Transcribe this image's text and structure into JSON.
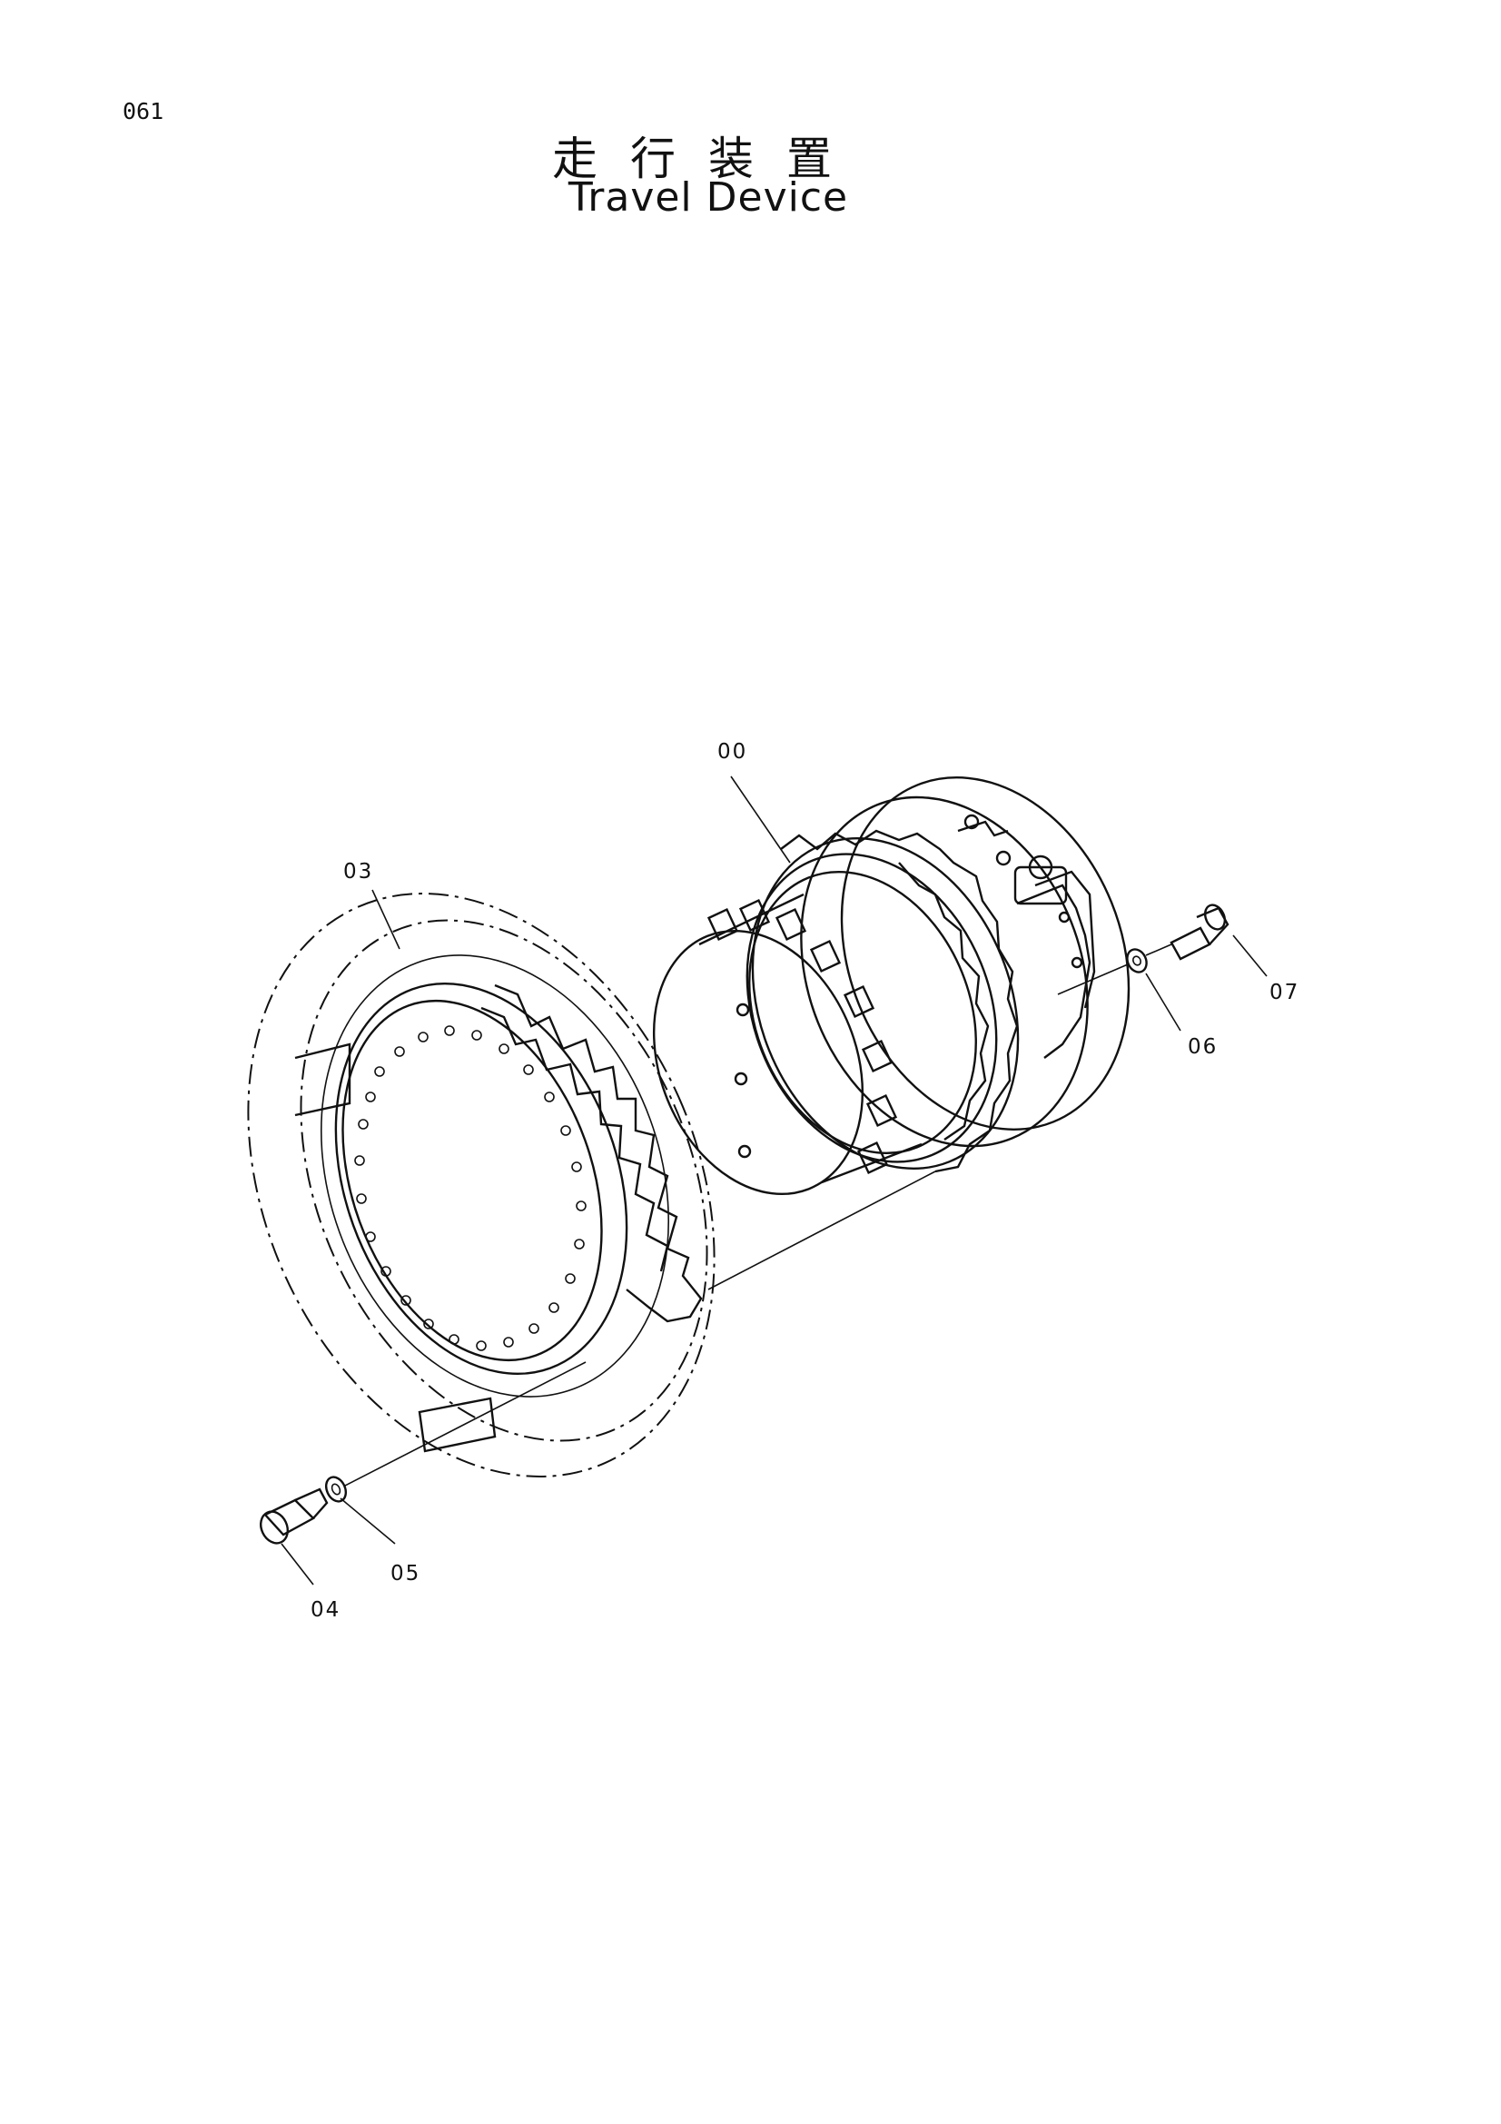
{
  "page": {
    "number": "061"
  },
  "title": {
    "japanese": "走行装置",
    "english": "Travel Device"
  },
  "callouts": [
    {
      "id": "00"
    },
    {
      "id": "03"
    },
    {
      "id": "04"
    },
    {
      "id": "05"
    },
    {
      "id": "06"
    },
    {
      "id": "07"
    }
  ]
}
